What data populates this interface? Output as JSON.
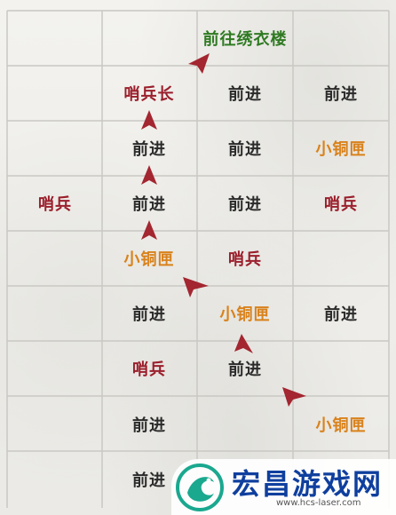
{
  "grid": {
    "rows": [
      [
        "",
        "",
        "前往绣衣楼",
        ""
      ],
      [
        "",
        "哨兵长",
        "前进",
        "前进"
      ],
      [
        "",
        "前进",
        "前进",
        "小铜匣"
      ],
      [
        "哨兵",
        "前进",
        "前进",
        "哨兵"
      ],
      [
        "",
        "小铜匣",
        "哨兵",
        ""
      ],
      [
        "",
        "前进",
        "小铜匣",
        "前进"
      ],
      [
        "",
        "哨兵",
        "前进",
        ""
      ],
      [
        "",
        "前进",
        "",
        "小铜匣"
      ],
      [
        "",
        "前进",
        "",
        ""
      ]
    ]
  },
  "legend_colors": {
    "advance": "#2b2b2b",
    "guard": "#9a1e2b",
    "copper_box": "#d9821c",
    "goal": "#2f7a22",
    "arrow": "#a32630"
  },
  "watermark": {
    "title": "宏昌游戏网",
    "url": "www.hcs-laser.com",
    "icon": "dragon-logo-icon"
  }
}
